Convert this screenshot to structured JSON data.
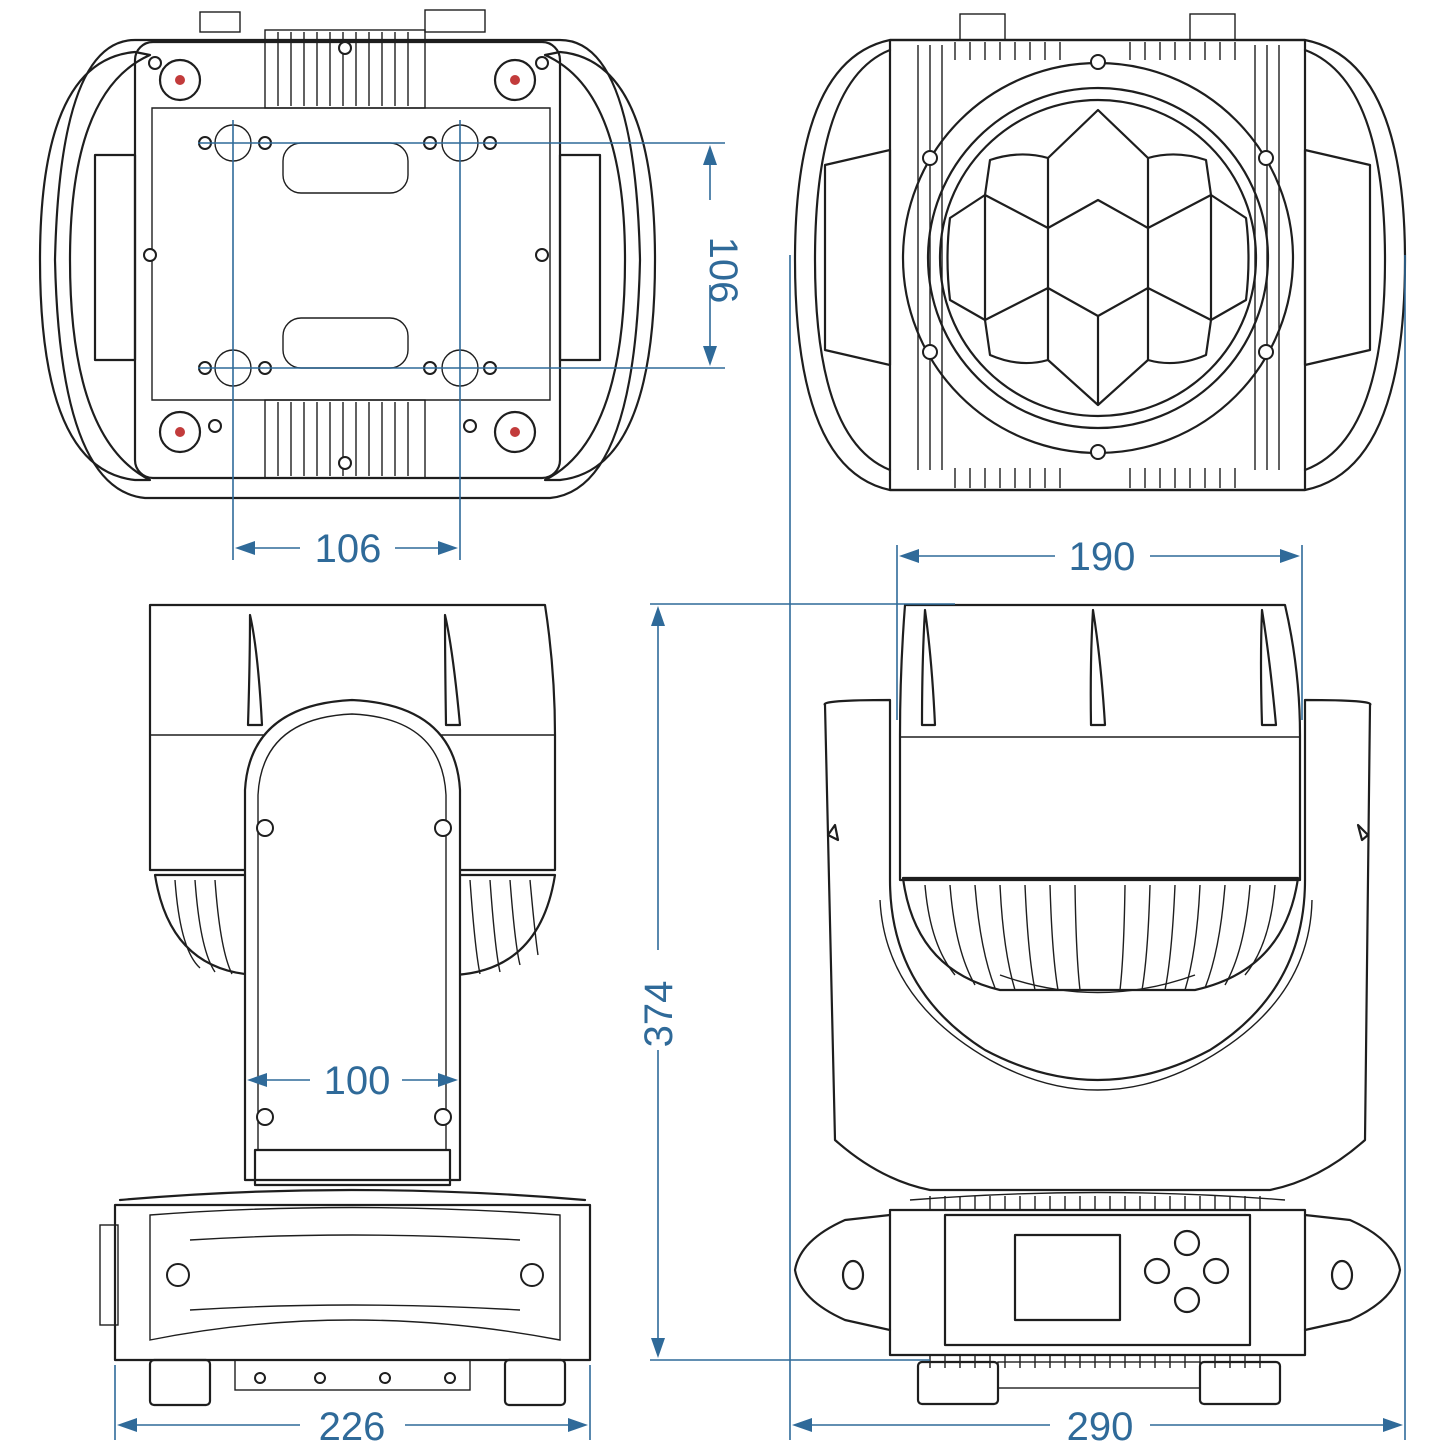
{
  "dimensions": {
    "top_vertical": "106",
    "top_horizontal": "106",
    "lens_width": "190",
    "total_height": "374",
    "yoke_inner": "100",
    "base_depth": "226",
    "total_width": "290"
  },
  "colors": {
    "dimension": "#2f6a99",
    "outline": "#1e1e1e",
    "mount_dot": "#c23b3b"
  }
}
